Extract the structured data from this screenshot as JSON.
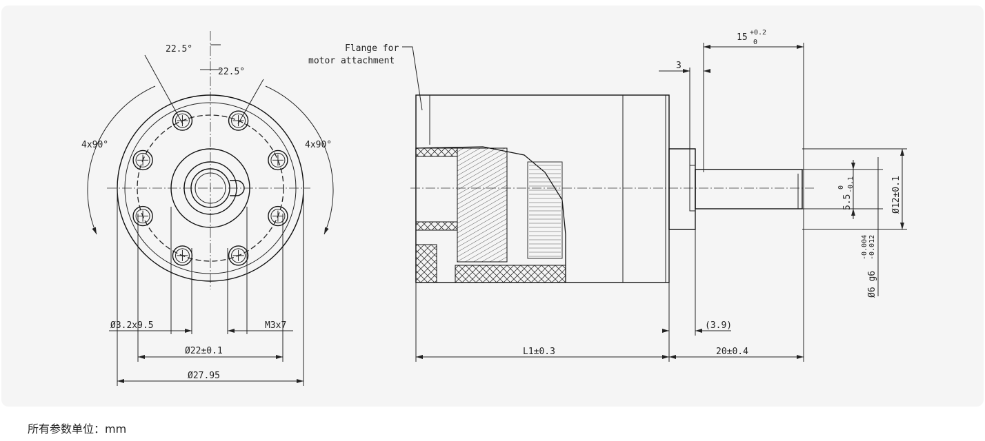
{
  "front_view": {
    "angle_top_left": "22.5°",
    "angle_top_right": "22.5°",
    "angle_left": "4x90°",
    "angle_right": "4x90°",
    "hole_dim": "Ø3.2x9.5",
    "thread_dim": "M3x7",
    "bolt_circle_dim": "Ø22±0.1",
    "outer_dim": "Ø27.95"
  },
  "side_view": {
    "flange_note_line1": "Flange for",
    "flange_note_line2": "motor attachment",
    "dim_3": "3",
    "dim_15": "15",
    "dim_15_upper": "+0.2",
    "dim_15_lower": "0",
    "dim_3_9": "(3.9)",
    "dim_L1": "L1±0.3",
    "dim_20": "20±0.4",
    "dim_flat": "5.5",
    "dim_flat_upper": "0",
    "dim_flat_lower": "-0.1",
    "dim_shaft": "Ø6 g6",
    "dim_shaft_upper": "-0.004",
    "dim_shaft_lower": "-0.012",
    "dim_pilot": "Ø12±0.1"
  },
  "footer": {
    "units_note": "所有参数单位：mm"
  }
}
